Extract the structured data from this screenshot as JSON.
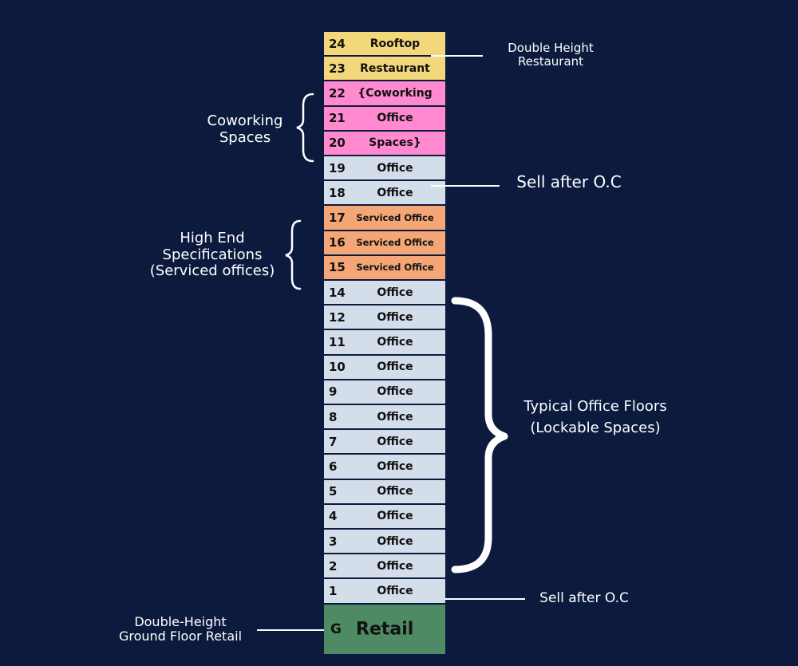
{
  "colors": {
    "background": "#0c1a3e",
    "rooftop": "#f3d77b",
    "coworking": "#ff8ad0",
    "office": "#d3deea",
    "serviced": "#f5a676",
    "retail": "#4e8a64",
    "annotation": "#ffffff"
  },
  "floors": [
    {
      "num": "24",
      "label": "Rooftop",
      "kind": "rooftop"
    },
    {
      "num": "23",
      "label": "Restaurant",
      "kind": "rooftop"
    },
    {
      "num": "22",
      "label": "{Coworking",
      "kind": "coworking"
    },
    {
      "num": "21",
      "label": "Office",
      "kind": "coworking"
    },
    {
      "num": "20",
      "label": "Spaces}",
      "kind": "coworking"
    },
    {
      "num": "19",
      "label": "Office",
      "kind": "office"
    },
    {
      "num": "18",
      "label": "Office",
      "kind": "office"
    },
    {
      "num": "17",
      "label": "Serviced Office",
      "kind": "serviced"
    },
    {
      "num": "16",
      "label": "Serviced Office",
      "kind": "serviced"
    },
    {
      "num": "15",
      "label": "Serviced Office",
      "kind": "serviced"
    },
    {
      "num": "14",
      "label": "Office",
      "kind": "office"
    },
    {
      "num": "12",
      "label": "Office",
      "kind": "office"
    },
    {
      "num": "11",
      "label": "Office",
      "kind": "office"
    },
    {
      "num": "10",
      "label": "Office",
      "kind": "office"
    },
    {
      "num": "9",
      "label": "Office",
      "kind": "office"
    },
    {
      "num": "8",
      "label": "Office",
      "kind": "office"
    },
    {
      "num": "7",
      "label": "Office",
      "kind": "office"
    },
    {
      "num": "6",
      "label": "Office",
      "kind": "office"
    },
    {
      "num": "5",
      "label": "Office",
      "kind": "office"
    },
    {
      "num": "4",
      "label": "Office",
      "kind": "office"
    },
    {
      "num": "3",
      "label": "Office",
      "kind": "office"
    },
    {
      "num": "2",
      "label": "Office",
      "kind": "office"
    },
    {
      "num": "1",
      "label": "Office",
      "kind": "office"
    },
    {
      "num": "G",
      "label": "Retail",
      "kind": "retail"
    }
  ],
  "annotations": {
    "rooftop_restaurant": [
      "Double Height",
      "Restaurant"
    ],
    "coworking": [
      "Coworking",
      "Spaces"
    ],
    "sell_upper": "Sell after O.C",
    "high_end": [
      "High End",
      "Specifications",
      "(Serviced offices)"
    ],
    "typical": [
      "Typical Office Floors",
      "(Lockable Spaces)"
    ],
    "sell_lower": "Sell after O.C",
    "retail": [
      "Double-Height",
      "Ground Floor Retail"
    ]
  }
}
